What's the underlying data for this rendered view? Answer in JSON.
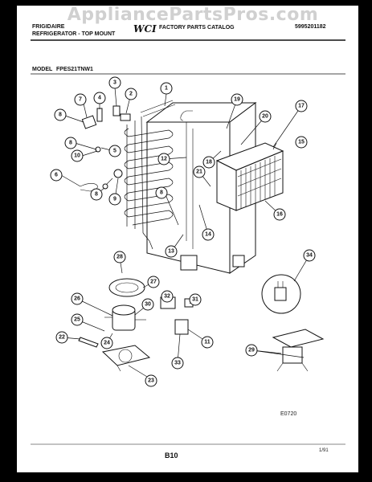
{
  "watermark": "AppliancePartsPros.com",
  "header": {
    "brand": "FRIGIDAIRE",
    "product_line": "REFRIGERATOR - TOP MOUNT",
    "logo_text": "WCI",
    "catalog_title": "FACTORY PARTS CATALOG",
    "catalog_number": "5995201182",
    "model_label": "MODEL",
    "model_number": "FPES21TNW1"
  },
  "callouts": [
    "1",
    "2",
    "3",
    "4",
    "5",
    "6",
    "7",
    "8",
    "9",
    "10",
    "11",
    "12",
    "13",
    "14",
    "15",
    "16",
    "17",
    "18",
    "19",
    "20",
    "21",
    "22",
    "23",
    "24",
    "25",
    "26",
    "27",
    "28",
    "29",
    "30",
    "31",
    "32",
    "33",
    "34"
  ],
  "footer": {
    "diagram_code": "E0720",
    "page_number": "B10",
    "date": "1/91"
  }
}
